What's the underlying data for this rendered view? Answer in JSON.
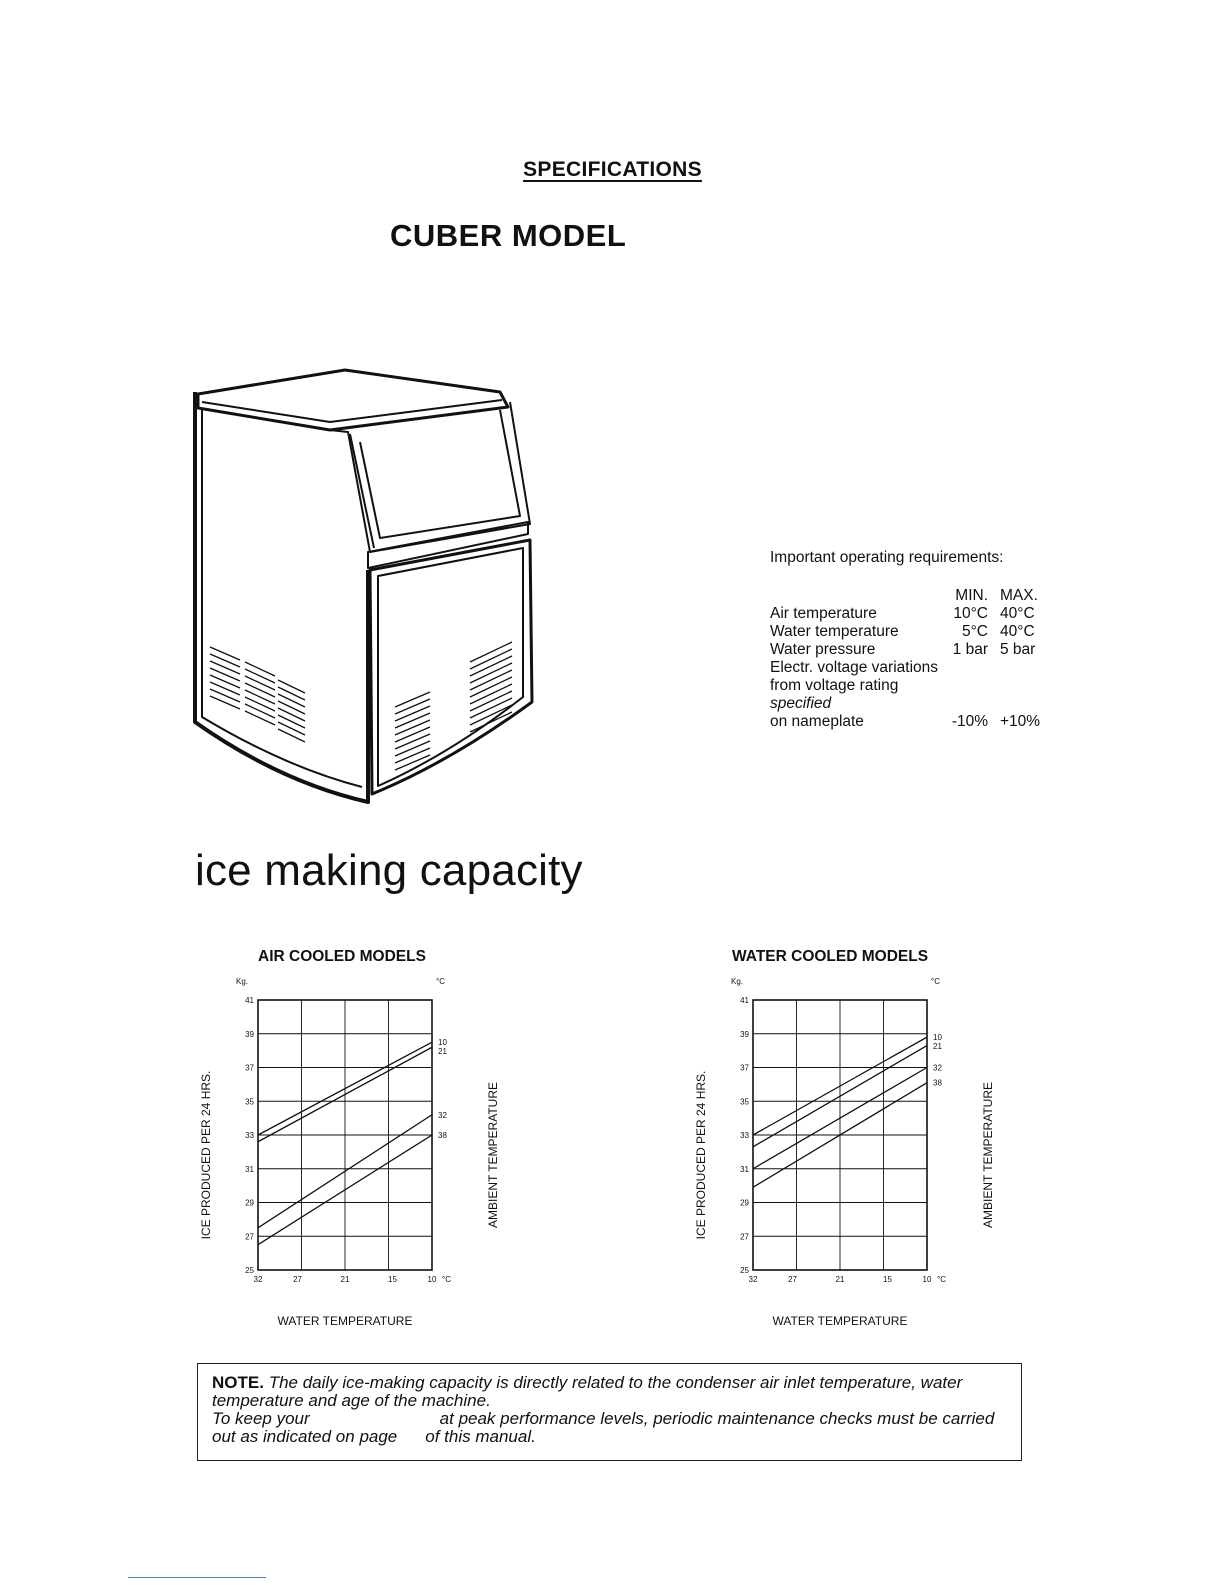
{
  "heading": "SPECIFICATIONS",
  "model_title": "CUBER MODEL",
  "requirements": {
    "title": "Important operating requirements:",
    "col_min": "MIN.",
    "col_max": "MAX.",
    "rows": [
      {
        "label": "Air temperature",
        "min": "10°C",
        "max": "40°C"
      },
      {
        "label": "Water temperature",
        "min": "5°C",
        "max": "40°C"
      },
      {
        "label": "Water pressure",
        "min": "1 bar",
        "max": "5 bar"
      },
      {
        "label": "Electr. voltage variations",
        "min": "",
        "max": ""
      },
      {
        "label": "from voltage rating",
        "min": "",
        "max": ""
      },
      {
        "label": "specified",
        "min": "",
        "max": ""
      },
      {
        "label": "on nameplate",
        "min": "-10%",
        "max": "+10%"
      }
    ]
  },
  "section_title": "ice making capacity",
  "chart_data": [
    {
      "type": "line",
      "title": "AIR COOLED MODELS",
      "xlabel": "WATER TEMPERATURE",
      "ylabel": "ICE PRODUCED PER 24 HRS.",
      "right_label": "AMBIENT TEMPERATURE",
      "y_unit": "Kg.",
      "x_unit": "°C",
      "right_unit": "°C",
      "x_ticks": [
        "32",
        "27",
        "21",
        "15",
        "10"
      ],
      "x_range": [
        32,
        10
      ],
      "y_ticks": [
        "41",
        "39",
        "37",
        "35",
        "33",
        "31",
        "29",
        "27",
        "25"
      ],
      "ylim": [
        25,
        41
      ],
      "series": [
        {
          "name": "10",
          "values": [
            [
              32,
              33.0
            ],
            [
              10,
              38.5
            ]
          ]
        },
        {
          "name": "21",
          "values": [
            [
              32,
              32.6
            ],
            [
              10,
              38.2
            ]
          ]
        },
        {
          "name": "32",
          "values": [
            [
              32,
              27.5
            ],
            [
              10,
              34.2
            ]
          ]
        },
        {
          "name": "38",
          "values": [
            [
              32,
              26.5
            ],
            [
              10,
              33.0
            ]
          ]
        }
      ]
    },
    {
      "type": "line",
      "title": "WATER COOLED MODELS",
      "xlabel": "WATER TEMPERATURE",
      "ylabel": "ICE PRODUCED PER 24 HRS.",
      "right_label": "AMBIENT TEMPERATURE",
      "y_unit": "Kg.",
      "x_unit": "°C",
      "right_unit": "°C",
      "x_ticks": [
        "32",
        "27",
        "21",
        "15",
        "10"
      ],
      "x_range": [
        32,
        10
      ],
      "y_ticks": [
        "41",
        "39",
        "37",
        "35",
        "33",
        "31",
        "29",
        "27",
        "25"
      ],
      "ylim": [
        25,
        41
      ],
      "series": [
        {
          "name": "10",
          "values": [
            [
              32,
              33.0
            ],
            [
              10,
              38.8
            ]
          ]
        },
        {
          "name": "21",
          "values": [
            [
              32,
              32.3
            ],
            [
              10,
              38.3
            ]
          ]
        },
        {
          "name": "32",
          "values": [
            [
              32,
              31.0
            ],
            [
              10,
              37.0
            ]
          ]
        },
        {
          "name": "38",
          "values": [
            [
              32,
              29.9
            ],
            [
              10,
              36.1
            ]
          ]
        }
      ]
    }
  ],
  "note": {
    "label": "NOTE.",
    "line1": "The daily ice-making capacity is directly related to the condenser air inlet temperature, water temperature and age of the machine.",
    "line2a": "To keep your",
    "line2b": "at peak performance levels, periodic maintenance checks must be carried out as indicated on page",
    "line2c": "of this manual."
  }
}
